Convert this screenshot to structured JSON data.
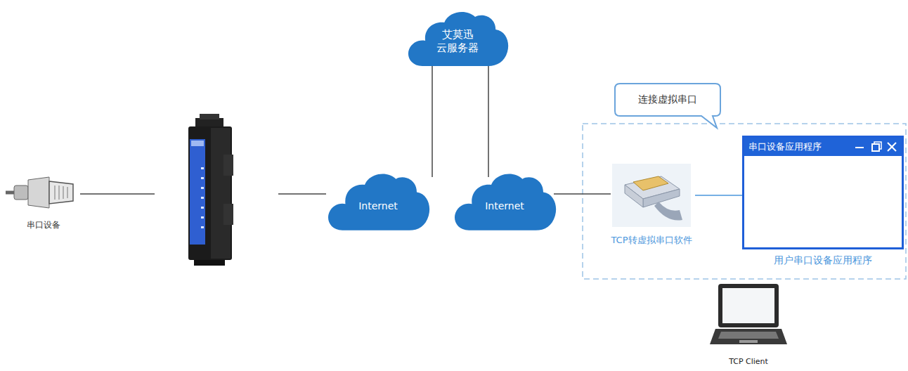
{
  "diagram": {
    "nodes": [
      {
        "text": [
          "串口设备"
        ]
      },
      {
        "text": [
          "Internet"
        ]
      },
      {
        "text": [
          "Internet"
        ]
      },
      {
        "text": [
          "艾莫迅 云服务器"
        ]
      },
      {
        "text": [
          "连接虚拟串口"
        ]
      },
      {
        "text": [
          "TCP转虚拟串口软件"
        ]
      },
      {
        "text": [
          "串口设备应用程序",
          "用户串口设备应用程序"
        ]
      },
      {
        "text": [
          "TCP Client"
        ]
      }
    ],
    "edges": [
      {
        "from": 3,
        "to": 1,
        "arrow": "none"
      },
      {
        "from": 3,
        "to": 2,
        "arrow": "none"
      },
      {
        "from": 2,
        "to": 5,
        "arrow": "none"
      },
      {
        "from": 5,
        "to": 6,
        "arrow": "none"
      }
    ]
  }
}
